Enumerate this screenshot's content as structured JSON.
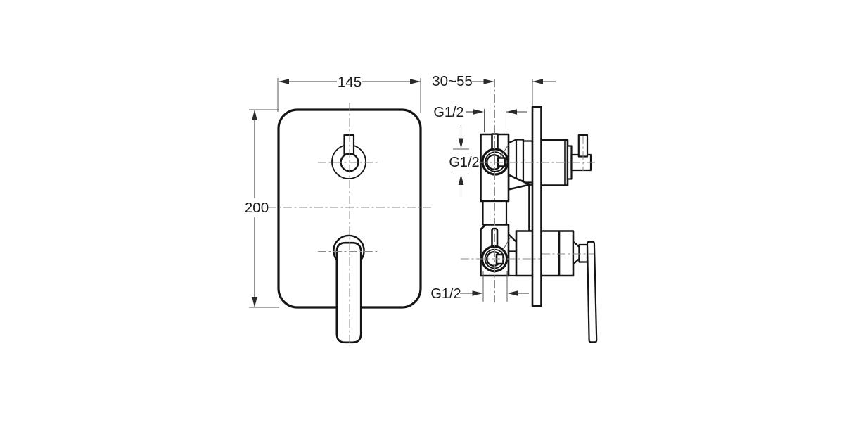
{
  "drawing": {
    "description": "Concealed shower mixer valve technical drawing, front and side views",
    "front_view": {
      "width_dim": "145",
      "height_dim": "200"
    },
    "side_view": {
      "depth_range_dim": "30~55",
      "top_inlet_thread": "G1/2",
      "side_port_thread": "G1/2",
      "bottom_outlet_thread": "G1/2"
    },
    "colors": {
      "background": "#ffffff",
      "outline": "#141414",
      "dimension_line": "#3c3c3c",
      "centerline": "#8a8a8a"
    }
  }
}
